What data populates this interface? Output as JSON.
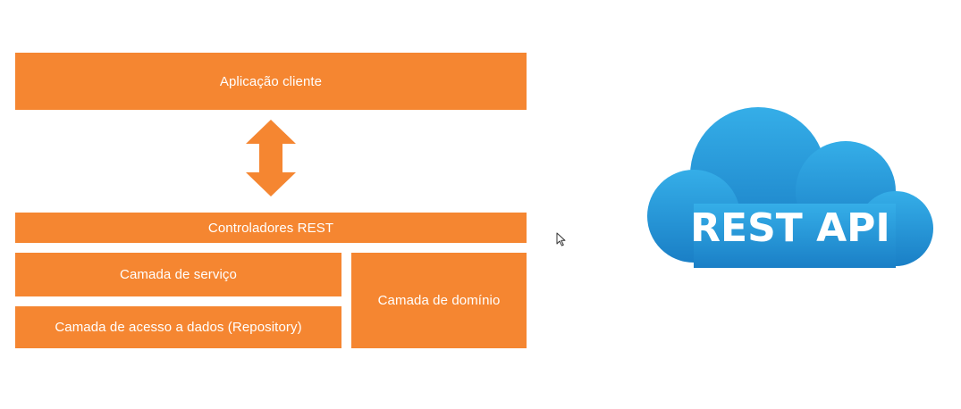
{
  "diagram": {
    "client_app": "Aplicação cliente",
    "rest_controllers": "Controladores REST",
    "service_layer": "Camada de serviço",
    "data_access_layer": "Camada de acesso a dados (Repository)",
    "domain_layer": "Camada de domínio"
  },
  "cloud": {
    "label": "REST API"
  },
  "colors": {
    "block": "#f58631",
    "cloud_top": "#35aee8",
    "cloud_bottom": "#1a7fc6",
    "text": "#ffffff"
  },
  "icons": {
    "arrow": "double-vertical-arrow-icon",
    "cloud": "cloud-icon",
    "cursor": "mouse-cursor-icon"
  }
}
